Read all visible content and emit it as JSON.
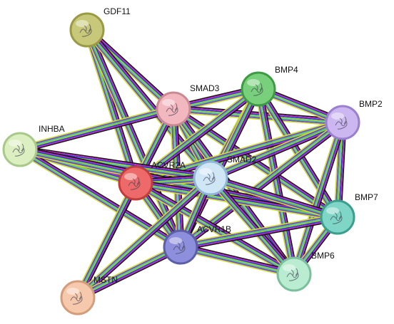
{
  "nodes": [
    {
      "id": "GDF11",
      "label": "GDF11",
      "fill": "#c8c87a",
      "ring": "#9a9a45"
    },
    {
      "id": "SMAD3",
      "label": "SMAD3",
      "fill": "#f3b7bf",
      "ring": "#c98a93"
    },
    {
      "id": "BMP4",
      "label": "BMP4",
      "fill": "#79d07c",
      "ring": "#3f9a44"
    },
    {
      "id": "BMP2",
      "label": "BMP2",
      "fill": "#cdb7f0",
      "ring": "#9a80cf"
    },
    {
      "id": "INHBA",
      "label": "INHBA",
      "fill": "#dcefc0",
      "ring": "#a9c98a"
    },
    {
      "id": "ACVR2A",
      "label": "ACVR2A",
      "fill": "#ee6a6a",
      "ring": "#c23c3c"
    },
    {
      "id": "SMAD2",
      "label": "SMAD2",
      "fill": "#cfe6f7",
      "ring": "#8fb6d6"
    },
    {
      "id": "BMP7",
      "label": "BMP7",
      "fill": "#7fd6c6",
      "ring": "#3c9f8d"
    },
    {
      "id": "ACVR1B",
      "label": "ACVR1B",
      "fill": "#8e8fdc",
      "ring": "#5c5ea8"
    },
    {
      "id": "BMP6",
      "label": "BMP6",
      "fill": "#b9ecd0",
      "ring": "#7cbf9c"
    },
    {
      "id": "MSTN",
      "label": "MSTN",
      "fill": "#f6c9ac",
      "ring": "#d39d7c"
    }
  ],
  "edges": [
    [
      "GDF11",
      "SMAD3"
    ],
    [
      "GDF11",
      "ACVR2A"
    ],
    [
      "GDF11",
      "ACVR1B"
    ],
    [
      "GDF11",
      "SMAD2"
    ],
    [
      "SMAD3",
      "BMP4"
    ],
    [
      "SMAD3",
      "BMP2"
    ],
    [
      "SMAD3",
      "INHBA"
    ],
    [
      "SMAD3",
      "ACVR2A"
    ],
    [
      "SMAD3",
      "SMAD2"
    ],
    [
      "SMAD3",
      "BMP7"
    ],
    [
      "SMAD3",
      "ACVR1B"
    ],
    [
      "SMAD3",
      "BMP6"
    ],
    [
      "SMAD3",
      "MSTN"
    ],
    [
      "BMP4",
      "BMP2"
    ],
    [
      "BMP4",
      "ACVR2A"
    ],
    [
      "BMP4",
      "SMAD2"
    ],
    [
      "BMP4",
      "BMP7"
    ],
    [
      "BMP4",
      "ACVR1B"
    ],
    [
      "BMP4",
      "BMP6"
    ],
    [
      "BMP2",
      "ACVR2A"
    ],
    [
      "BMP2",
      "SMAD2"
    ],
    [
      "BMP2",
      "BMP7"
    ],
    [
      "BMP2",
      "ACVR1B"
    ],
    [
      "BMP2",
      "BMP6"
    ],
    [
      "INHBA",
      "ACVR2A"
    ],
    [
      "INHBA",
      "SMAD2"
    ],
    [
      "INHBA",
      "ACVR1B"
    ],
    [
      "INHBA",
      "BMP7"
    ],
    [
      "ACVR2A",
      "SMAD2"
    ],
    [
      "ACVR2A",
      "BMP7"
    ],
    [
      "ACVR2A",
      "ACVR1B"
    ],
    [
      "ACVR2A",
      "BMP6"
    ],
    [
      "ACVR2A",
      "MSTN"
    ],
    [
      "SMAD2",
      "BMP7"
    ],
    [
      "SMAD2",
      "ACVR1B"
    ],
    [
      "SMAD2",
      "BMP6"
    ],
    [
      "SMAD2",
      "MSTN"
    ],
    [
      "BMP7",
      "ACVR1B"
    ],
    [
      "BMP7",
      "BMP6"
    ],
    [
      "ACVR1B",
      "BMP6"
    ],
    [
      "ACVR1B",
      "MSTN"
    ]
  ],
  "edge_colors": [
    "#111111",
    "#c21fc2",
    "#2040d0",
    "#a0d020",
    "#40c0a0",
    "#7a3fc0",
    "#c8e030"
  ]
}
